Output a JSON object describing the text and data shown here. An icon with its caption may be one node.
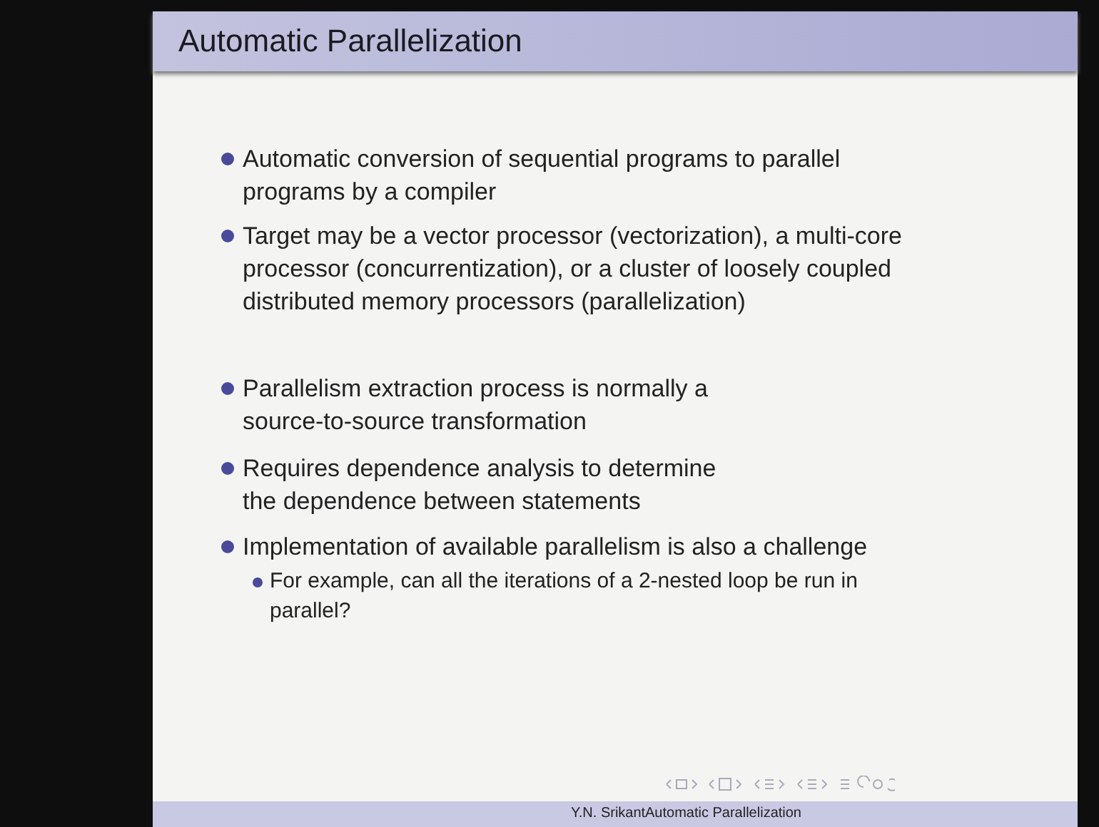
{
  "diagram": {
    "title": "Automatic Parallelization",
    "labels": [
      "Automatic conversion of sequential programs to parallel programs by a compiler",
      "Target may be a vector processor (vectorization), a multi-core processor (concurrentization), or a cluster of loosely coupled distributed memory processors (parallelization)",
      "Parallelism extraction process is normally a source-to-source transformation",
      "Requires dependence analysis to determine the dependence between statements",
      "Implementation of available parallelism is also a challenge",
      "For example, can all the iterations of a 2-nested loop be run in parallel?",
      "Y.N. Srikant",
      "Automatic Parallelization"
    ]
  }
}
